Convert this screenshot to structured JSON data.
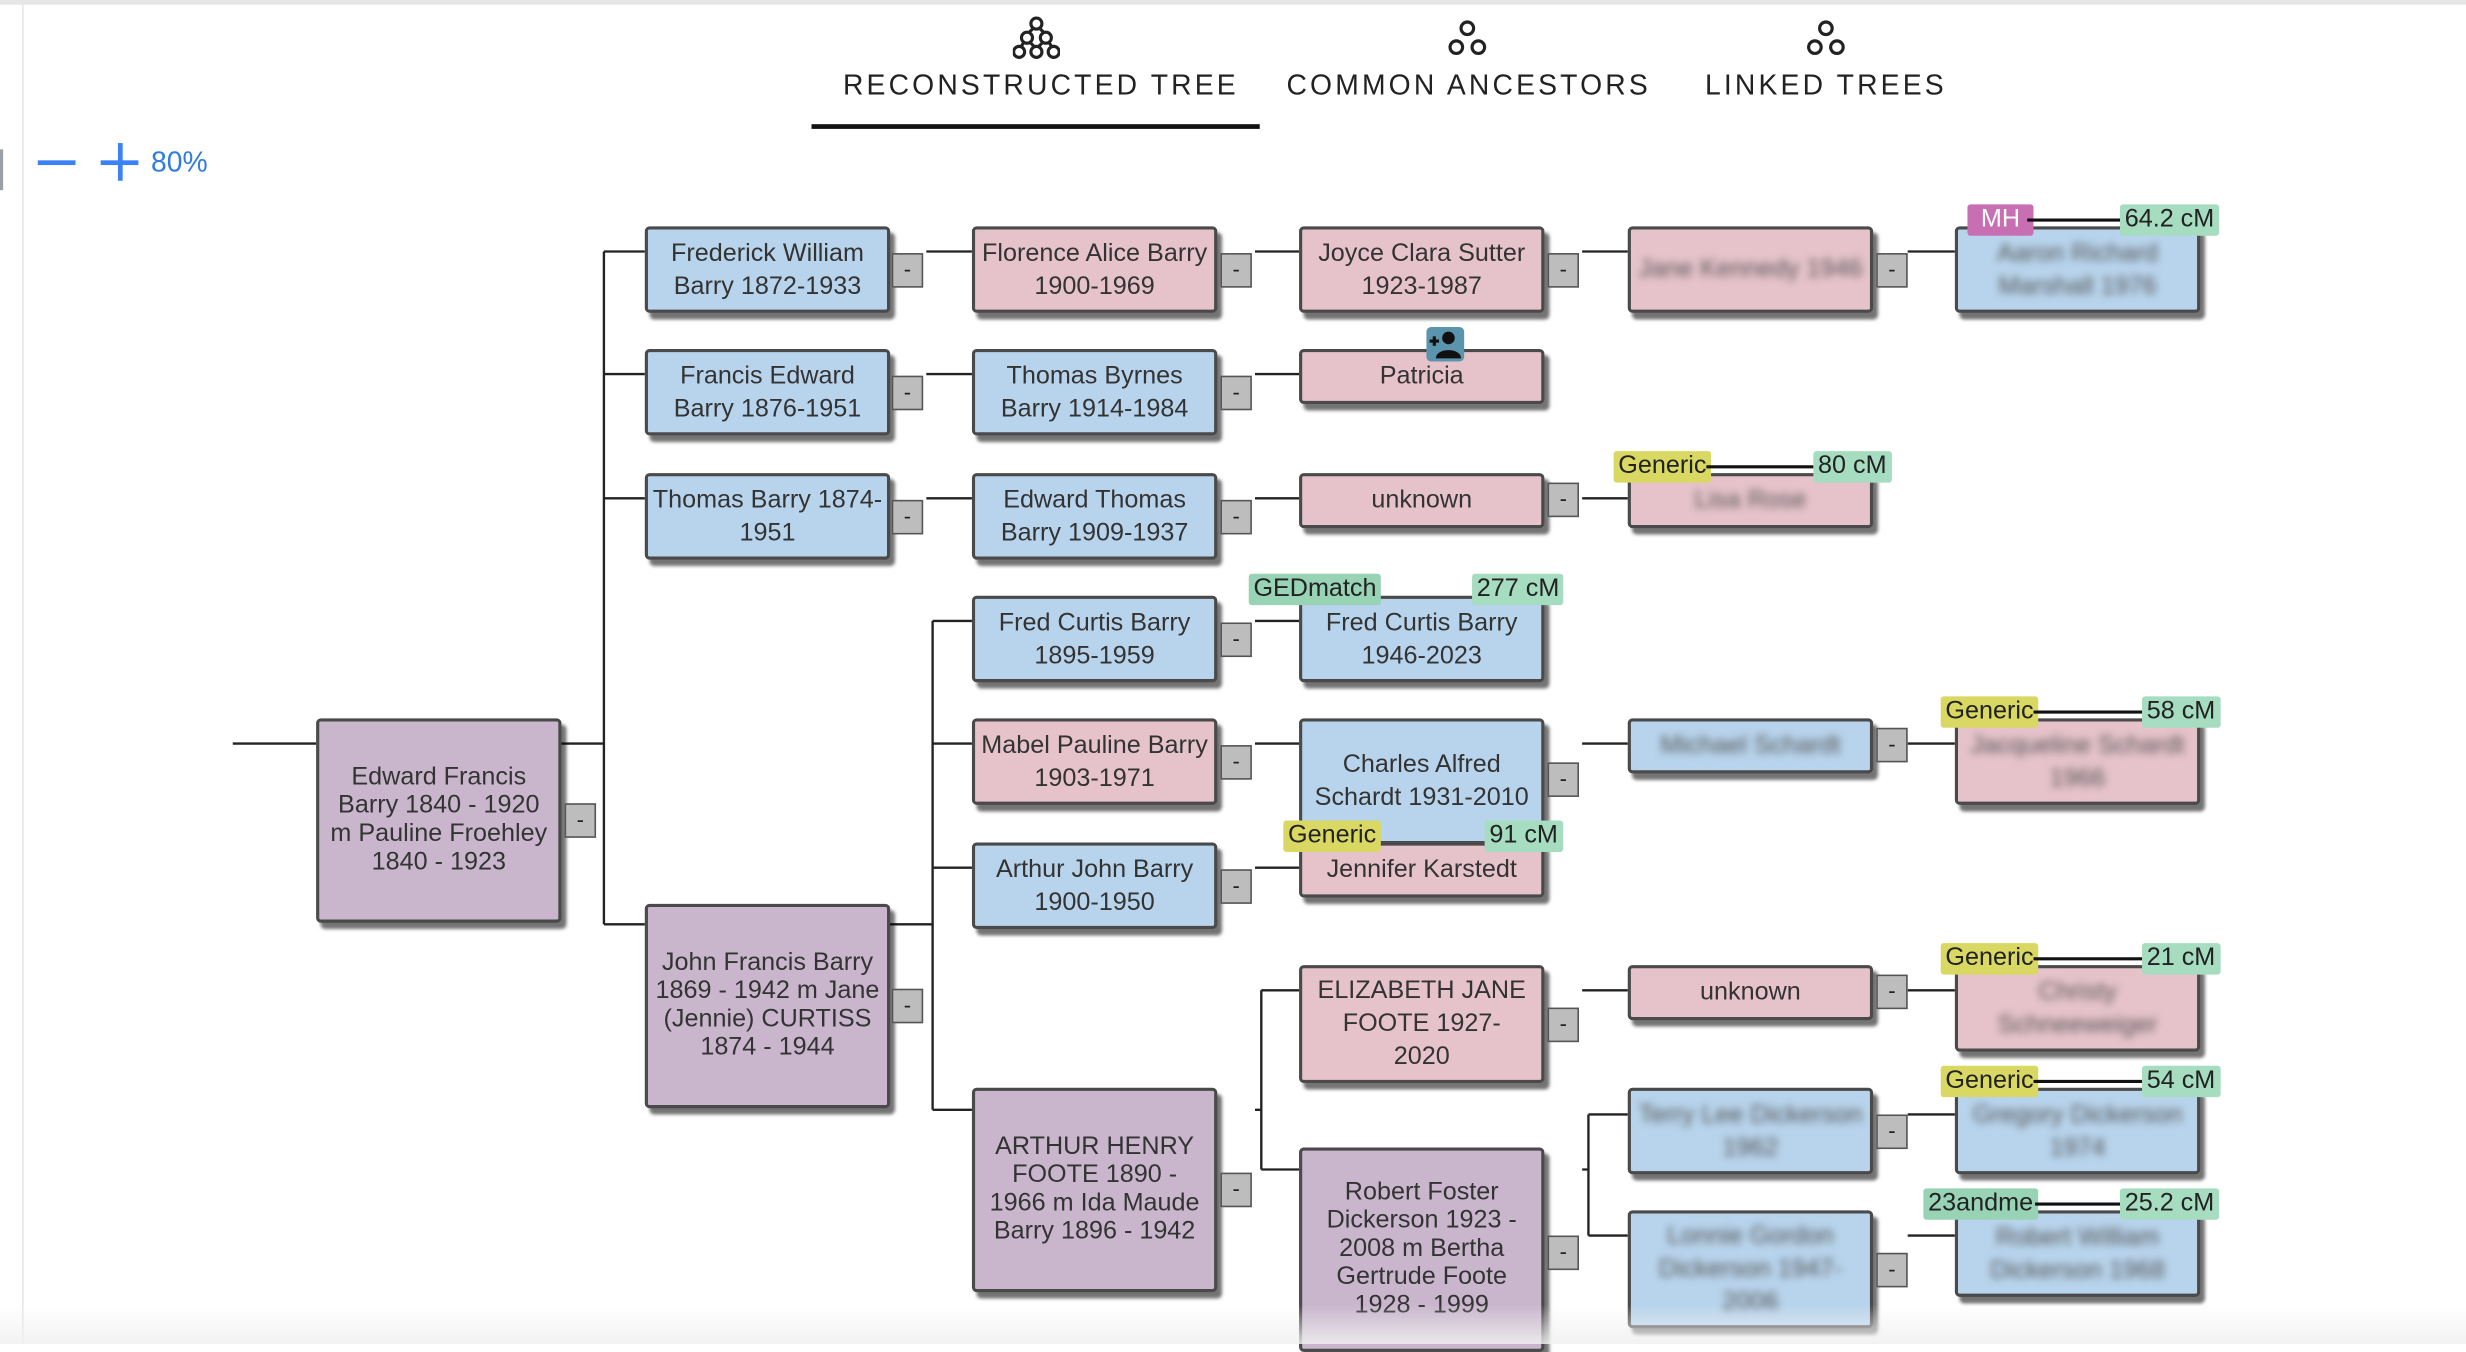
{
  "tabs": [
    {
      "label": "RECONSTRUCTED TREE",
      "icon": "tree-icon",
      "active": true
    },
    {
      "label": "COMMON ANCESTORS",
      "icon": "ancestors-icon",
      "active": false
    },
    {
      "label": "LINKED TREES",
      "icon": "linked-trees-icon",
      "active": false
    }
  ],
  "zoom": {
    "level": "80%",
    "icons": [
      "zoom-out-icon",
      "zoom-in-icon"
    ]
  },
  "collapse_symbol": "-",
  "colors": {
    "male": "#b8d4ec",
    "female": "#e6c3cb",
    "couple": "#c9b6cd",
    "accent": "#3b82f6"
  },
  "nodes": {
    "edward_francis": "Edward Francis Barry 1840 - 1920 m Pauline Froehley 1840 - 1923",
    "frederick_william": "Frederick William Barry 1872-1933",
    "francis_edward": "Francis Edward Barry 1876-1951",
    "thomas_barry": "Thomas Barry 1874-1951",
    "john_francis": "John Francis Barry 1869 - 1942 m Jane (Jennie) CURTISS 1874 - 1944",
    "florence_alice": "Florence Alice Barry 1900-1969",
    "thomas_byrnes": "Thomas Byrnes Barry 1914-1984",
    "edward_thomas": "Edward Thomas Barry 1909-1937",
    "fred_curtis_1895": "Fred Curtis Barry 1895-1959",
    "mabel_pauline": "Mabel Pauline Barry 1903-1971",
    "arthur_john": "Arthur John Barry 1900-1950",
    "arthur_henry": "ARTHUR HENRY FOOTE 1890 - 1966 m Ida Maude Barry 1896 - 1942",
    "joyce_clara": "Joyce Clara Sutter 1923-1987",
    "patricia": "Patricia",
    "unknown_1": "unknown",
    "fred_curtis_1946": "Fred Curtis Barry 1946-2023",
    "charles_alfred": "Charles Alfred Schardt 1931-2010",
    "jennifer_karstedt": "Jennifer Karstedt",
    "elizabeth_jane": "ELIZABETH JANE FOOTE 1927-2020",
    "robert_foster": "Robert Foster Dickerson 1923 - 2008 m Bertha Gertrude Foote 1928 - 1999",
    "unknown_2": "unknown"
  },
  "blurred": {
    "b1": "Jane Kennedy 1946",
    "b2": "Aaron Richard Marshall 1976",
    "b3": "Lisa Rose",
    "b4": "Michael Schardt",
    "b5": "Jacqueline Schardt 1966",
    "b6": "Christy Schneeweiger",
    "b7": "Terry Lee Dickerson 1962",
    "b8": "Gregory Dickerson 1974",
    "b9": "Lonnie Gordon Dickerson 1947-2006",
    "b10": "Robert William Dickerson 1968"
  },
  "matches": [
    {
      "source": "MH",
      "cm": "64.2 cM"
    },
    {
      "source": "Generic",
      "cm": "80 cM"
    },
    {
      "source": "GEDmatch",
      "cm": "277 cM"
    },
    {
      "source": "Generic",
      "cm": "58 cM"
    },
    {
      "source": "Generic",
      "cm": "91 cM"
    },
    {
      "source": "Generic",
      "cm": "21 cM"
    },
    {
      "source": "Generic",
      "cm": "54 cM"
    },
    {
      "source": "23andme",
      "cm": "25.2 cM"
    }
  ],
  "add_person_icon": "add-person-icon"
}
